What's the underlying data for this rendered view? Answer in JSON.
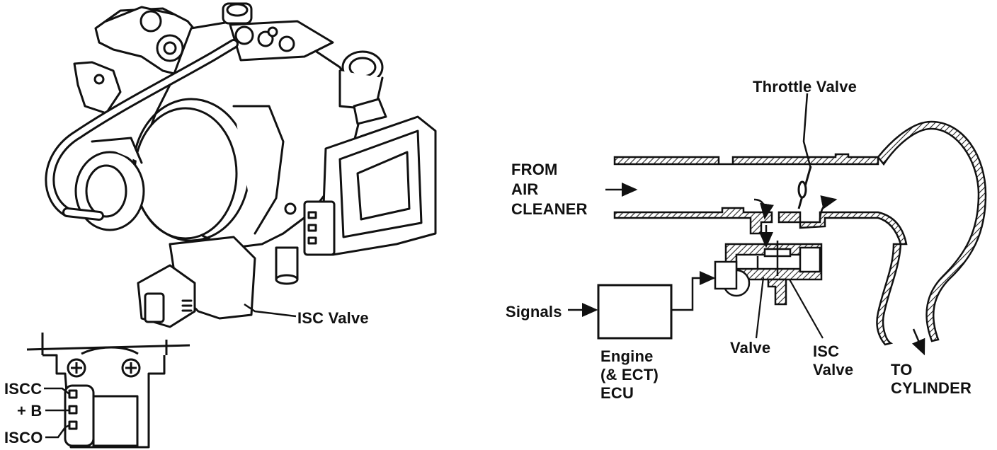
{
  "left_labels": {
    "isc_valve": "ISC Valve",
    "iscc": "ISCC",
    "plus_b": "+ B",
    "isco": "ISCO"
  },
  "right_labels": {
    "throttle_valve": "Throttle Valve",
    "from_air_cleaner": [
      "FROM",
      "AIR",
      "CLEANER"
    ],
    "signals": "Signals",
    "ecu": [
      "Engine",
      "(& ECT)",
      "ECU"
    ],
    "valve": "Valve",
    "isc_valve": [
      "ISC",
      "Valve"
    ],
    "to_cylinder": [
      "TO",
      "CYLINDER"
    ]
  },
  "colors": {
    "ink": "#111111",
    "paper": "#ffffff",
    "hatch": "#222222"
  }
}
